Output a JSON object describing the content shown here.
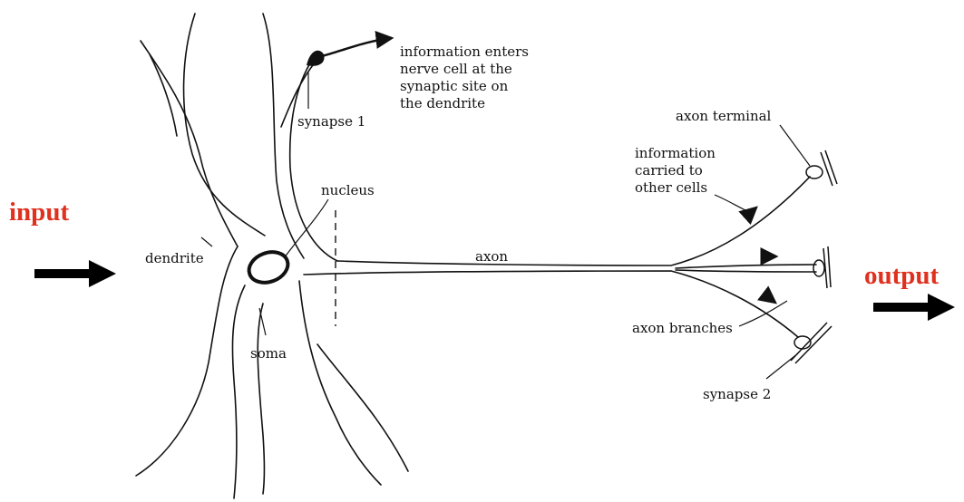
{
  "labels": {
    "input": "input",
    "output": "output",
    "info_enters": [
      "information enters",
      "nerve cell at the",
      "synaptic site on",
      "the dendrite"
    ],
    "synapse1": "synapse 1",
    "nucleus": "nucleus",
    "dendrite": "dendrite",
    "soma": "soma",
    "axon": "axon",
    "axon_terminal": "axon terminal",
    "info_carried": [
      "information",
      "carried to",
      "other cells"
    ],
    "axon_branches": "axon branches",
    "synapse2": "synapse 2"
  },
  "colors": {
    "io_label": "#e0301e",
    "ink": "#111111",
    "arrow": "#000000"
  }
}
